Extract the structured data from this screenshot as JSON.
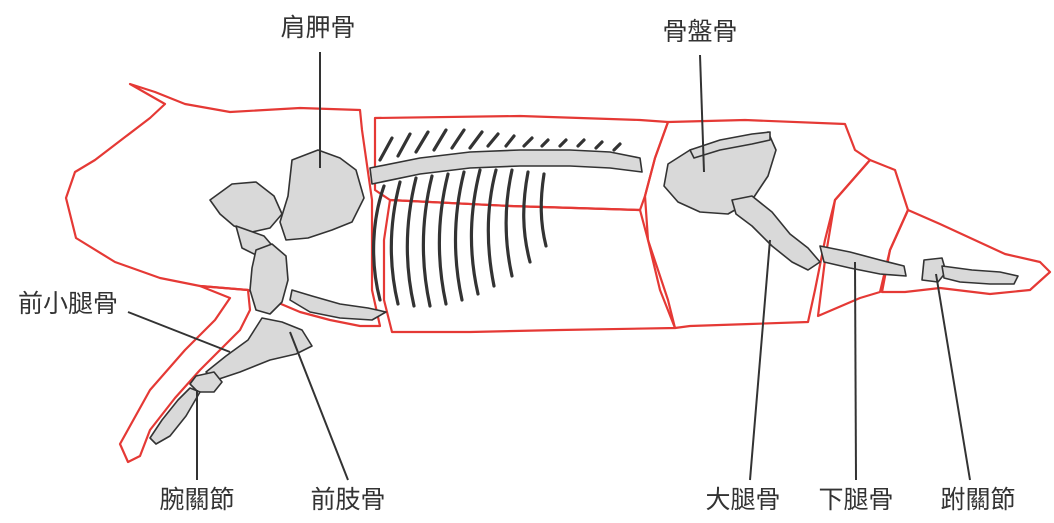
{
  "labels": {
    "scapula": "肩胛骨",
    "pelvis": "骨盤骨",
    "forearm": "前小腿骨",
    "carpal": "腕關節",
    "humerus": "前肢骨",
    "femur": "大腿骨",
    "tibia": "下腿骨",
    "tarsal": "跗關節"
  },
  "colors": {
    "cut_outline": "#e53935",
    "bone_fill": "#d9d9d9",
    "bone_stroke": "#333333",
    "leader_line": "#333333",
    "text": "#333333"
  }
}
